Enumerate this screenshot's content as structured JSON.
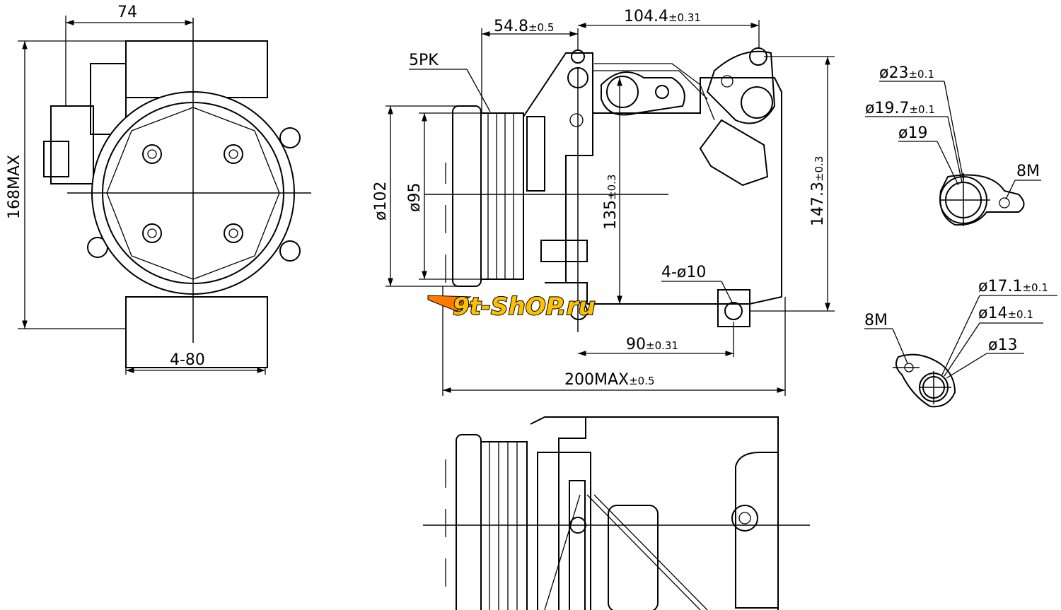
{
  "front_view": {
    "width_dim": {
      "value": "74"
    },
    "height_dim": {
      "value": "168MAX"
    },
    "mount_dim": {
      "value": "4-80"
    }
  },
  "side_view": {
    "pulley_offset": {
      "value": "54.8",
      "tol": "±0.5"
    },
    "port_spacing": {
      "value": "104.4",
      "tol": "±0.31"
    },
    "belt_type": {
      "value": "5PK"
    },
    "pulley_outer_dia": {
      "value": "ø102"
    },
    "pulley_inner_dia": {
      "value": "ø95"
    },
    "mount_height": {
      "value": "135",
      "tol": "±0.3"
    },
    "overall_height": {
      "value": "147.3",
      "tol": "±0.3"
    },
    "mount_holes": {
      "value": "4-ø10"
    },
    "mount_spacing": {
      "value": "90",
      "tol": "±0.31"
    },
    "overall_length": {
      "value": "200MAX",
      "tol": "±0.5"
    }
  },
  "suction_port": {
    "outer_dia": {
      "value": "ø23",
      "tol": "±0.1"
    },
    "mid_dia": {
      "value": "ø19.7",
      "tol": "±0.1"
    },
    "inner_dia": {
      "value": "ø19"
    },
    "thread": {
      "value": "8M"
    }
  },
  "discharge_port": {
    "outer_dia": {
      "value": "ø17.1",
      "tol": "±0.1"
    },
    "mid_dia": {
      "value": "ø14",
      "tol": "±0.1"
    },
    "inner_dia": {
      "value": "ø13"
    },
    "thread": {
      "value": "8M"
    }
  },
  "watermark": {
    "text": "9t-ShOP.ru",
    "color_primary": "#ffc000",
    "color_secondary": "#ff7a00"
  }
}
